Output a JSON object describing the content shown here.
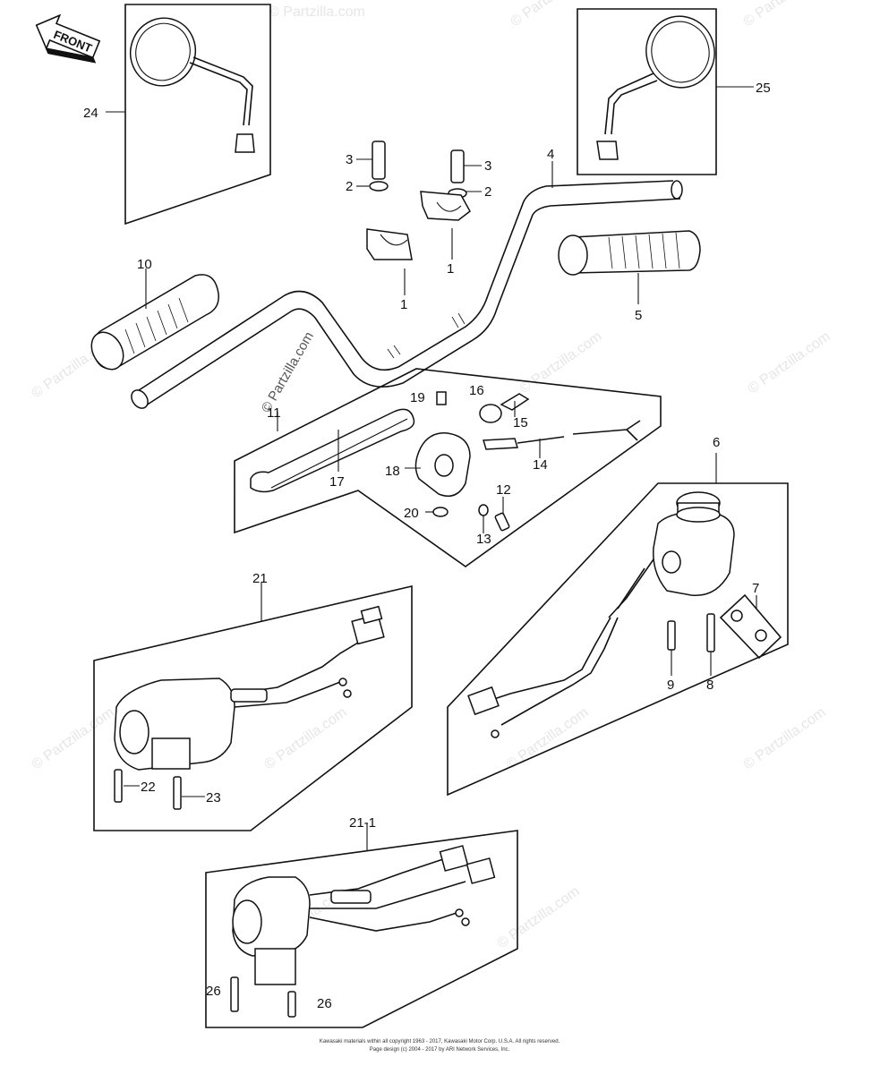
{
  "front_label": "FRONT",
  "watermark": "© Partzilla.com",
  "callouts": {
    "c1a": "1",
    "c1b": "1",
    "c2a": "2",
    "c2b": "2",
    "c3a": "3",
    "c3b": "3",
    "c4": "4",
    "c5": "5",
    "c6": "6",
    "c7": "7",
    "c8": "8",
    "c9": "9",
    "c10": "10",
    "c11": "11",
    "c12": "12",
    "c13": "13",
    "c14": "14",
    "c15": "15",
    "c16": "16",
    "c17": "17",
    "c18": "18",
    "c19": "19",
    "c20": "20",
    "c21": "21",
    "c21_1": "21-1",
    "c22": "22",
    "c23": "23",
    "c24": "24",
    "c25": "25",
    "c26a": "26",
    "c26b": "26"
  },
  "footer": {
    "line1": "Kawasaki materials within all copyright 1963 - 2017, Kawasaki Motor Corp. U.S.A. All rights reserved.",
    "line2": "Page design (c) 2004 - 2017 by ARI Network Services, Inc."
  }
}
